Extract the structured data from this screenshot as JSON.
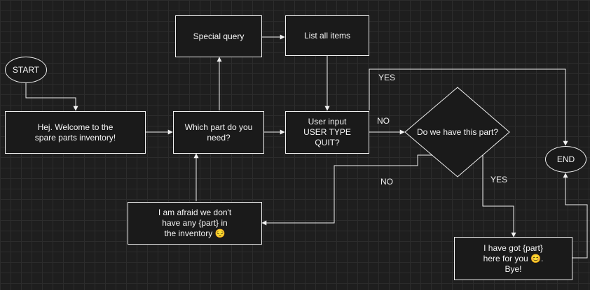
{
  "nodes": {
    "start": "START",
    "welcome": "Hej. Welcome to the\nspare parts inventory!",
    "which_part": "Which part do you\nneed?",
    "special_query": "Special query",
    "list_items": "List all items",
    "user_input": "User input\nUSER TYPE QUIT?",
    "have_part": "Do we have this part?",
    "not_found": "I am afraid we don't\nhave any {part} in\nthe inventory 😔",
    "found": "I have got {part}\nhere for you 😊.\nBye!",
    "end": "END"
  },
  "edge_labels": {
    "quit_yes": "YES",
    "quit_no": "NO",
    "part_no": "NO",
    "part_yes": "YES"
  },
  "colors": {
    "background": "#1e1e1e",
    "stroke": "#f0f0f0",
    "node_fill": "#1a1a1a"
  }
}
